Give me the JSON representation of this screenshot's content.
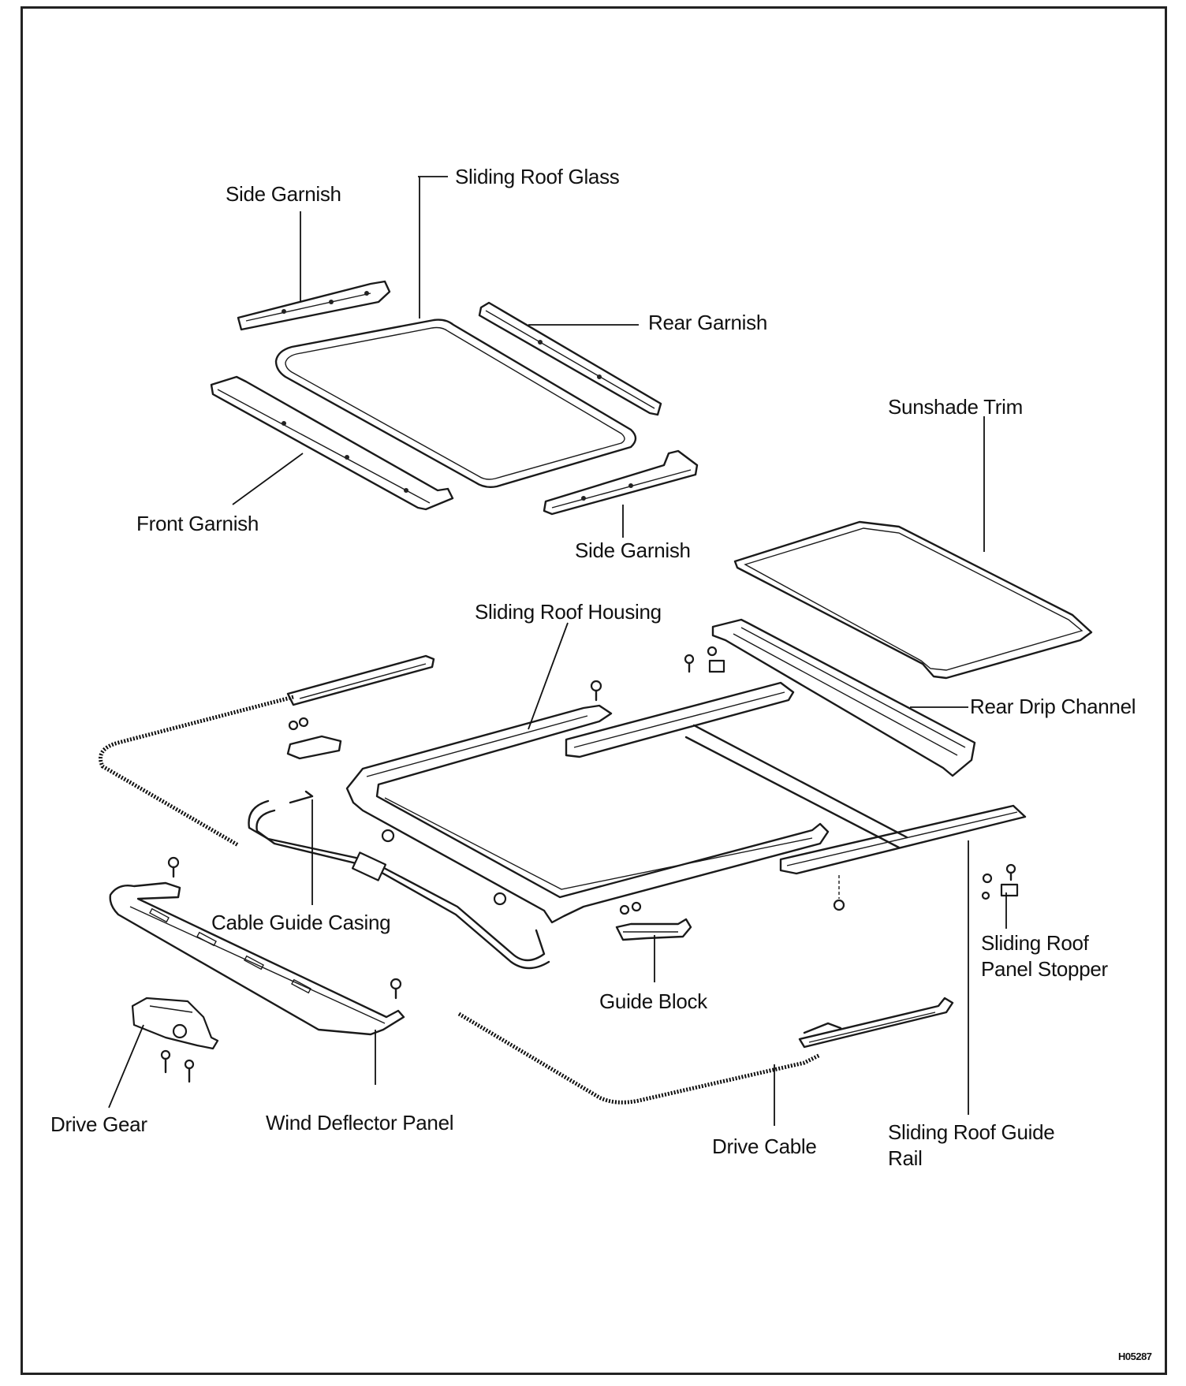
{
  "labels": {
    "side_garnish_left": "Side Garnish",
    "sliding_roof_glass": "Sliding Roof Glass",
    "rear_garnish": "Rear Garnish",
    "sunshade_trim": "Sunshade Trim",
    "front_garnish": "Front Garnish",
    "side_garnish_right": "Side Garnish",
    "sliding_roof_housing": "Sliding Roof Housing",
    "rear_drip_channel": "Rear Drip Channel",
    "cable_guide_casing": "Cable Guide Casing",
    "sliding_roof_panel_stopper": "Sliding Roof\nPanel Stopper",
    "guide_block": "Guide Block",
    "drive_gear": "Drive Gear",
    "wind_deflector_panel": "Wind Deflector Panel",
    "drive_cable": "Drive Cable",
    "sliding_roof_guide_rail": "Sliding Roof Guide\nRail"
  },
  "figure_code": "H05287"
}
